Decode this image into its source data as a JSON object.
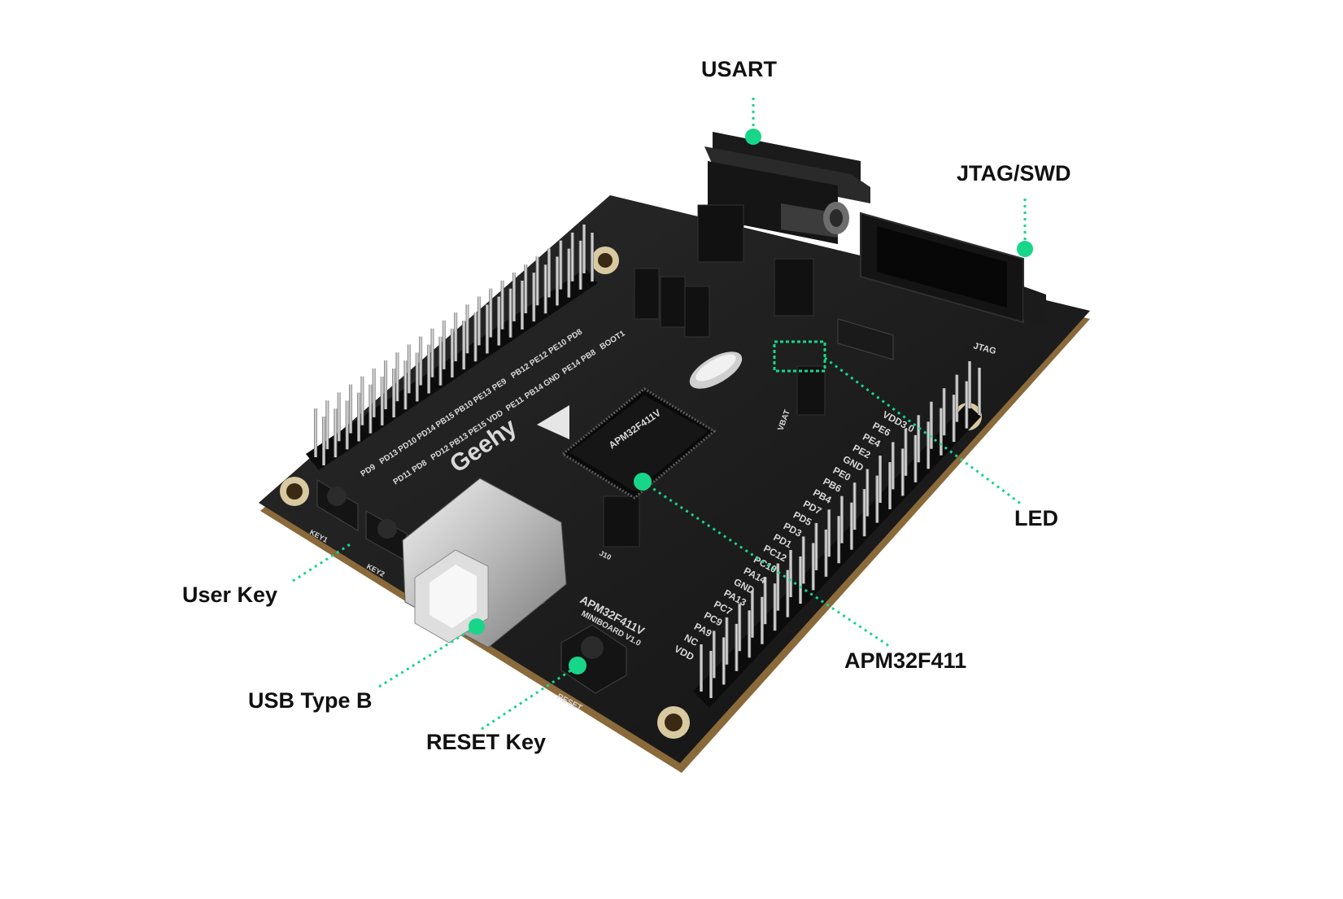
{
  "accent_color": "#17d68a",
  "callouts": {
    "usart": "USART",
    "jtag_swd": "JTAG/SWD",
    "led": "LED",
    "apm32f411": "APM32F411",
    "user_key": "User Key",
    "usb_type_b": "USB Type B",
    "reset_key": "RESET Key"
  },
  "board_silkscreen": {
    "brand": "Geehy",
    "model": "APM32F411V",
    "board": "MINIBOARD V1.0",
    "key1": "KEY1",
    "key2": "KEY2",
    "reset": "RESET",
    "jtag": "JTAG",
    "vbat": "VBAT",
    "j10": "J10",
    "right_pins": [
      "VDD3.0",
      "PE6",
      "PE4",
      "PE2",
      "GND",
      "PE0",
      "PB6",
      "PB4",
      "PD7",
      "PD5",
      "PD3",
      "PD1",
      "PC12",
      "PC10",
      "PA14",
      "GND",
      "PA13",
      "PC7",
      "PC9",
      "PA9",
      "NC",
      "VDD"
    ],
    "left_pins": [
      "PD9",
      "PD11",
      "PD13",
      "PD8",
      "PD10",
      "PD12",
      "PD14",
      "PB13",
      "PB15",
      "PE15",
      "PB10",
      "VDD",
      "PE13",
      "PE11",
      "PE9",
      "PB14",
      "PB12",
      "GND",
      "PE12",
      "PE14",
      "PE10",
      "PB8",
      "PD8",
      "BOOT1"
    ]
  }
}
